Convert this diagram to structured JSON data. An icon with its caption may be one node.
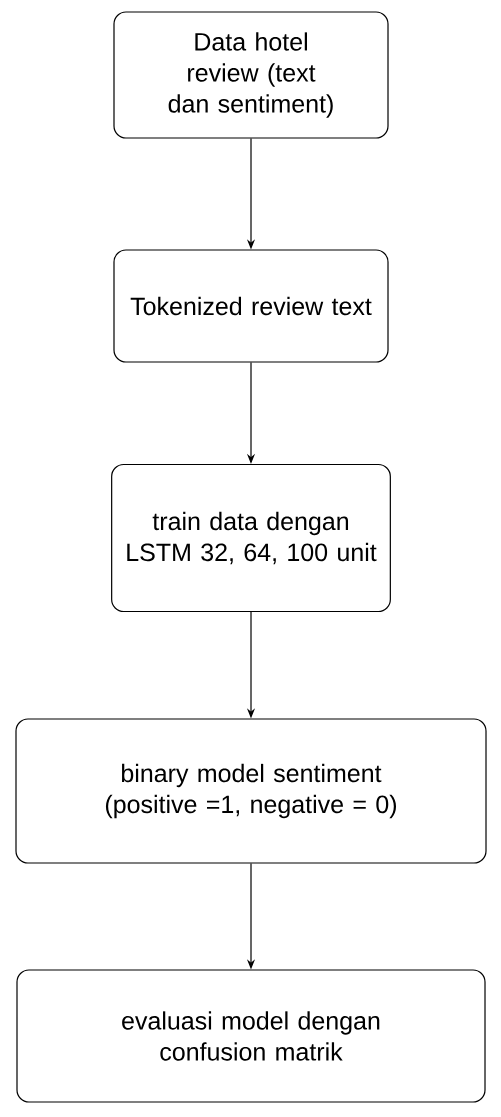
{
  "diagram": {
    "nodes": [
      {
        "text": [
          "Data hotel review (text dan sentiment)"
        ]
      },
      {
        "text": [
          "Tokenized review text"
        ]
      },
      {
        "text": [
          "train data dengan LSTM 32, 64, 100 unit"
        ]
      },
      {
        "text": [
          "binary model sentiment (positive =1, negative = 0)"
        ]
      },
      {
        "text": [
          "evaluasi model dengan confusion matrik"
        ]
      }
    ],
    "edges": [
      {
        "from": 0,
        "to": 1,
        "arrow": "to"
      },
      {
        "from": 1,
        "to": 2,
        "arrow": "to"
      },
      {
        "from": 2,
        "to": 3,
        "arrow": "to"
      },
      {
        "from": 3,
        "to": 4,
        "arrow": "to"
      }
    ]
  }
}
